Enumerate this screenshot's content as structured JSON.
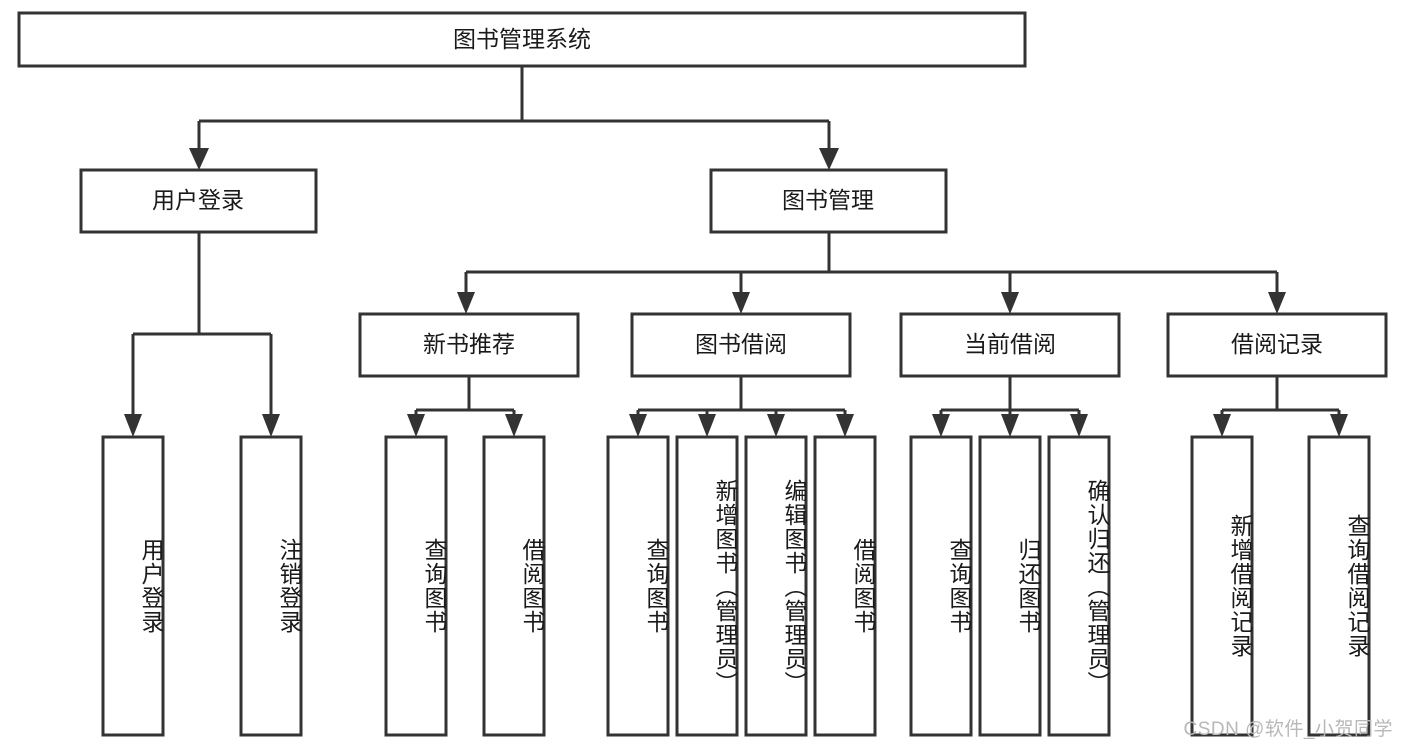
{
  "diagram": {
    "title": "图书管理系统",
    "type": "hierarchy-tree",
    "watermark": "CSDN @软件_小贺同学",
    "colors": {
      "stroke": "#333333",
      "fill": "#ffffff",
      "text": "#1a1a1a",
      "watermark": "#b8b8b8"
    },
    "root": {
      "label": "图书管理系统"
    },
    "level2": [
      {
        "label": "用户登录"
      },
      {
        "label": "图书管理"
      }
    ],
    "level3": [
      {
        "label": "新书推荐"
      },
      {
        "label": "图书借阅"
      },
      {
        "label": "当前借阅"
      },
      {
        "label": "借阅记录"
      }
    ],
    "leaves": {
      "user_login": [
        {
          "label": "用户登录"
        },
        {
          "label": "注销登录"
        }
      ],
      "new_book": [
        {
          "label": "查询图书"
        },
        {
          "label": "借阅图书"
        }
      ],
      "book_borrow": [
        {
          "label": "查询图书"
        },
        {
          "label": "新增图书（管理员）"
        },
        {
          "label": "编辑图书（管理员）"
        },
        {
          "label": "借阅图书"
        }
      ],
      "current_borrow": [
        {
          "label": "查询图书"
        },
        {
          "label": "归还图书"
        },
        {
          "label": "确认归还（管理员）"
        }
      ],
      "borrow_record": [
        {
          "label": "新增借阅记录"
        },
        {
          "label": "查询借阅记录"
        }
      ]
    }
  }
}
